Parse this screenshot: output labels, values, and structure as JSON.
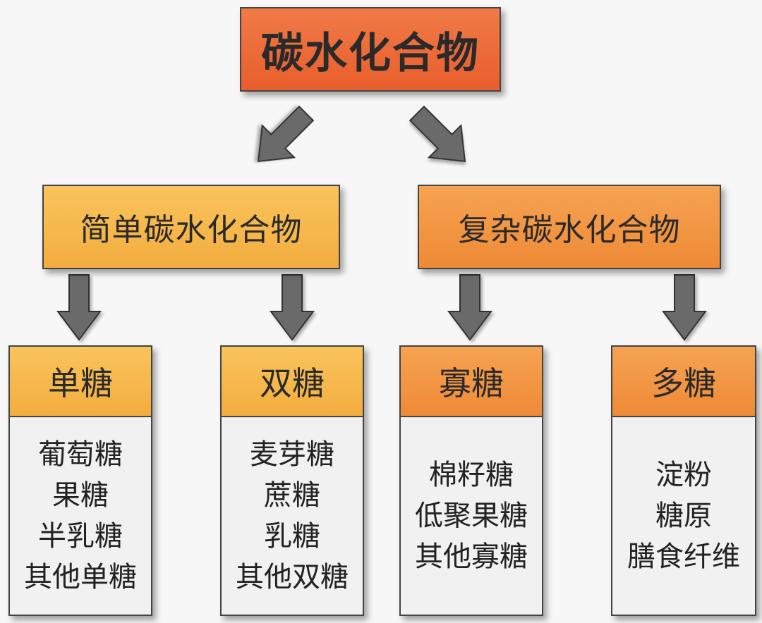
{
  "root": {
    "label": "碳水化合物"
  },
  "simple": {
    "label": "简单碳水化合物",
    "groups": [
      {
        "title": "单糖",
        "items": [
          "葡萄糖",
          "果糖",
          "半乳糖",
          "其他单糖"
        ]
      },
      {
        "title": "双糖",
        "items": [
          "麦芽糖",
          "蔗糖",
          "乳糖",
          "其他双糖"
        ]
      }
    ]
  },
  "complex": {
    "label": "复杂碳水化合物",
    "groups": [
      {
        "title": "寡糖",
        "items": [
          "棉籽糖",
          "低聚果糖",
          "其他寡糖"
        ]
      },
      {
        "title": "多糖",
        "items": [
          "淀粉",
          "糖原",
          "膳食纤维"
        ]
      }
    ]
  },
  "colors": {
    "root_fill": "#e85e2c",
    "simple_fill": "#f3ad3e",
    "complex_fill": "#ee8a36",
    "card_body": "#f1f1f1",
    "arrow_fill": "#6b6b6b"
  }
}
